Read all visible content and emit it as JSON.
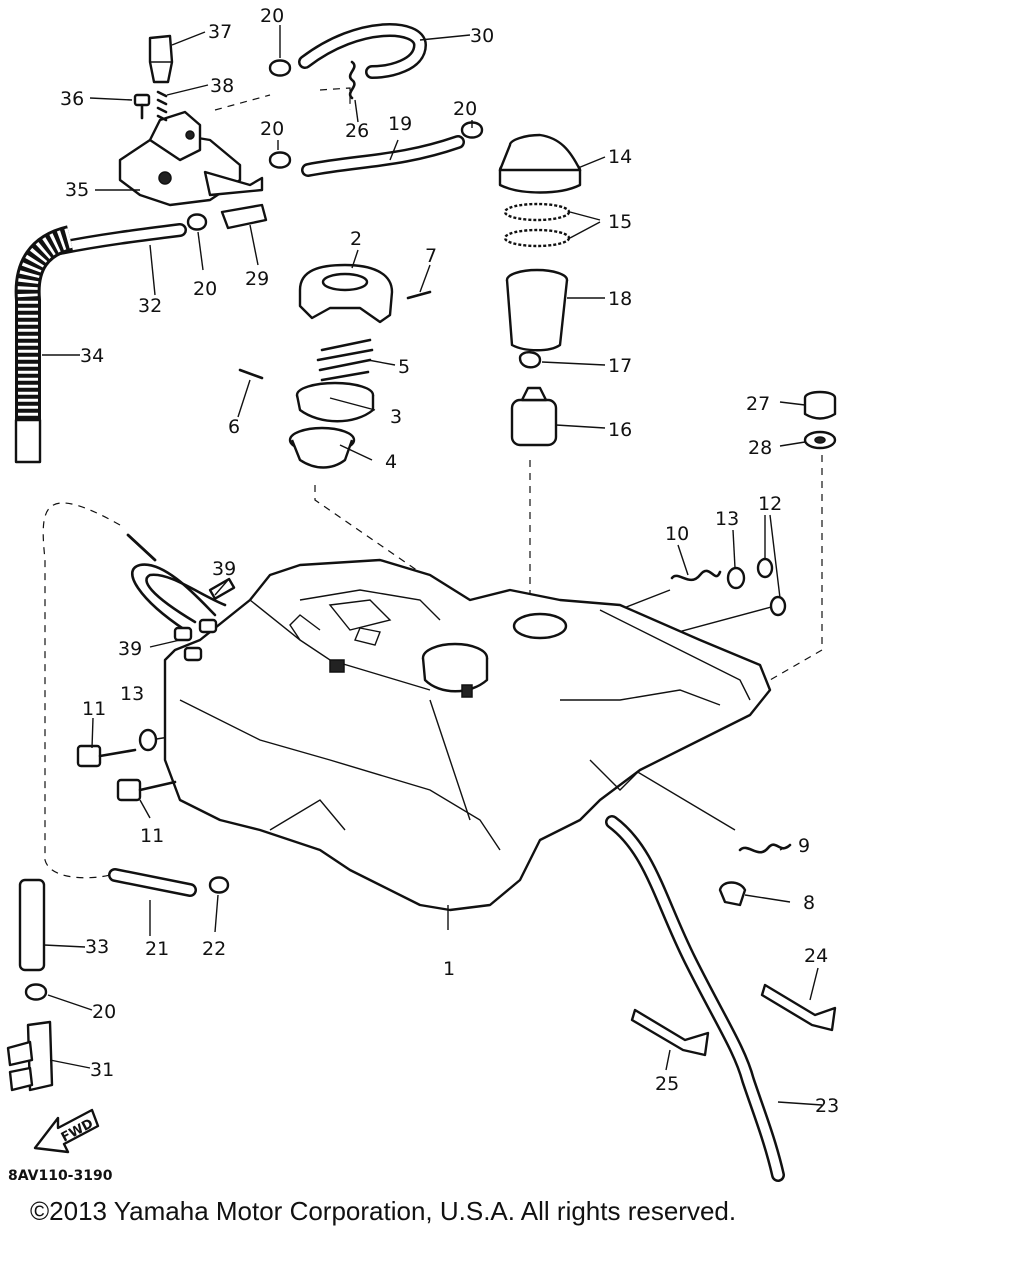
{
  "diagram": {
    "callouts": [
      "1",
      "2",
      "3",
      "4",
      "5",
      "6",
      "7",
      "8",
      "9",
      "10",
      "11",
      "12",
      "13",
      "14",
      "15",
      "16",
      "17",
      "18",
      "19",
      "20",
      "21",
      "22",
      "23",
      "24",
      "25",
      "26",
      "27",
      "28",
      "29",
      "30",
      "31",
      "32",
      "33",
      "34",
      "35",
      "36",
      "37",
      "38",
      "39"
    ],
    "drawing_code": "8AV110-3190",
    "direction_arrow_text": "FWD"
  },
  "footer": {
    "copyright": "©2013 Yamaha Motor Corporation, U.S.A. All rights reserved."
  }
}
